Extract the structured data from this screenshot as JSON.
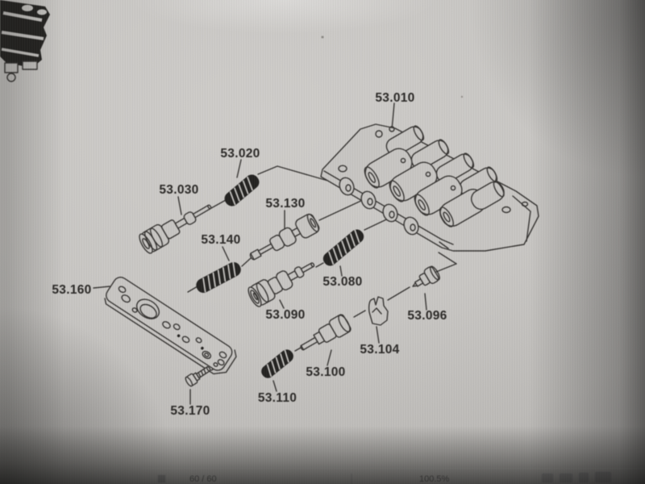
{
  "parts": [
    {
      "name": "valve-body",
      "label": "53.010"
    },
    {
      "name": "spring",
      "label": "53.020"
    },
    {
      "name": "valve",
      "label": "53.030"
    },
    {
      "name": "valve",
      "label": "53.130"
    },
    {
      "name": "spring",
      "label": "53.140"
    },
    {
      "name": "separator-plate",
      "label": "53.160"
    },
    {
      "name": "spring",
      "label": "53.080"
    },
    {
      "name": "valve",
      "label": "53.090"
    },
    {
      "name": "plug",
      "label": "53.096"
    },
    {
      "name": "valve",
      "label": "53.100"
    },
    {
      "name": "clip",
      "label": "53.104"
    },
    {
      "name": "spring",
      "label": "53.110"
    },
    {
      "name": "bolt",
      "label": "53.170"
    }
  ],
  "toolbar": {
    "page_indicator": "60 / 60",
    "zoom_level": "100.5%"
  },
  "colors": {
    "ink": "#343230",
    "page": "#c7c5c2"
  }
}
